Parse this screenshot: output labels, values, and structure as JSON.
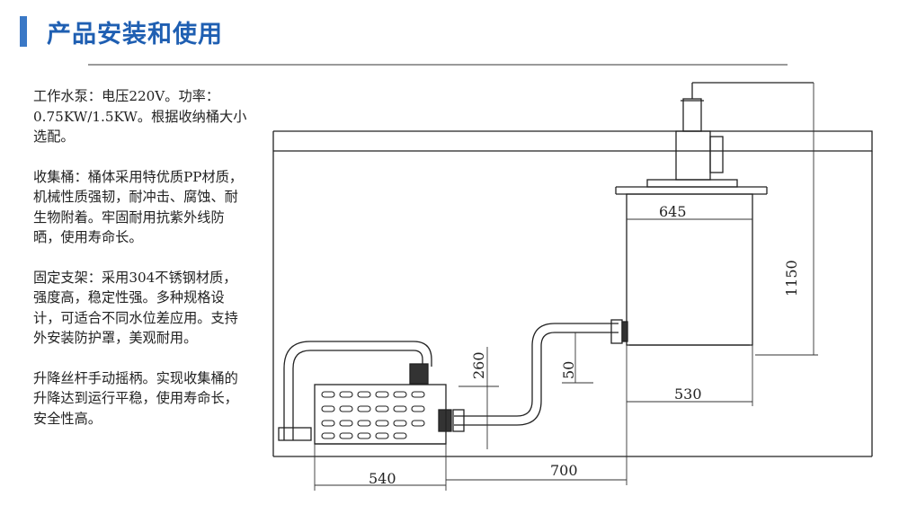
{
  "title": "产品安装和使用",
  "paragraphs": [
    "工作水泵：电压220V。功率：0.75KW/1.5KW。根据收纳桶大小选配。",
    "收集桶：桶体采用特优质PP材质，机械性质强韧，耐冲击、腐蚀、耐生物附着。牢固耐用抗紫外线防晒，使用寿命长。",
    "固定支架：采用304不锈钢材质，强度高，稳定性强。多种规格设计，可适合不同水位差应用。支持外安装防护罩，美观耐用。",
    "升降丝杆手动摇柄。实现收集桶的升降达到运行平稳，使用寿命长，安全性高。"
  ],
  "dimensions": {
    "tank_width": "645",
    "tank_height": "1150",
    "tank_bottom": "530",
    "pipe_offset": "50",
    "pump_height": "260",
    "pump_width": "540",
    "spacing": "700"
  }
}
